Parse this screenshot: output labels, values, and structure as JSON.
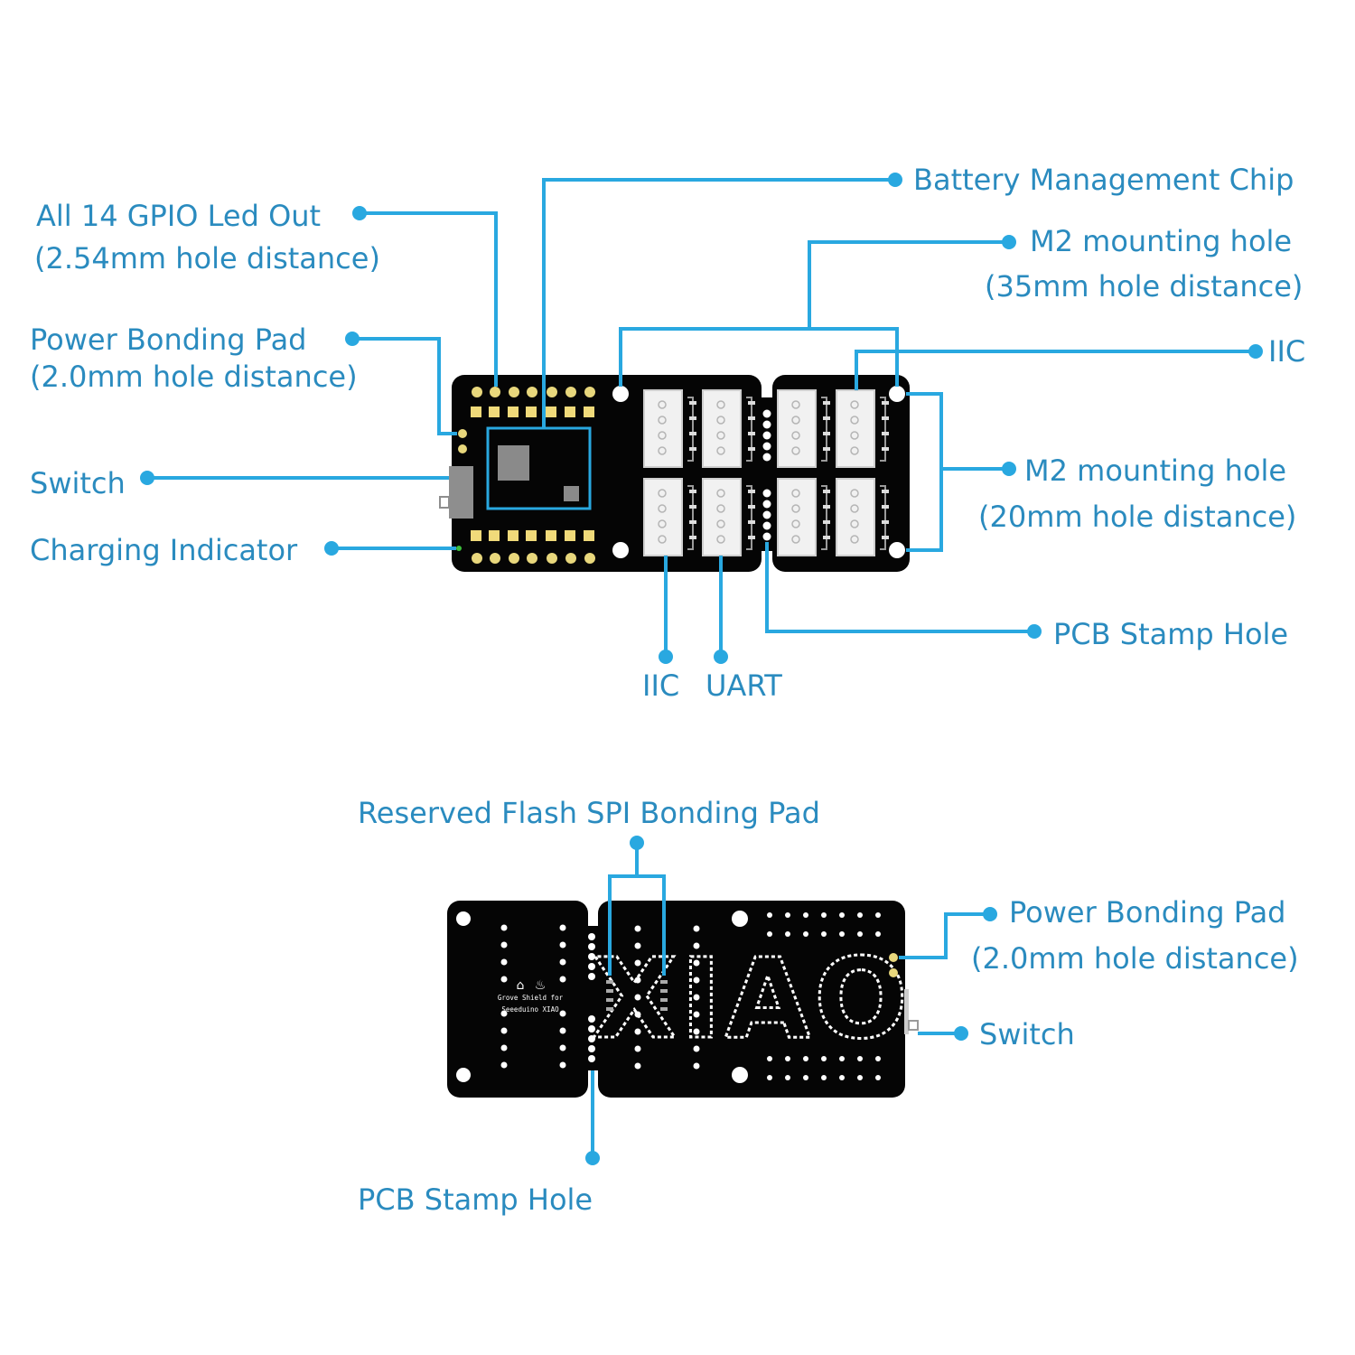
{
  "colors": {
    "label_text": "#2a8bbf",
    "leader_line": "#29a8e0",
    "board": "#050505",
    "gold_pad": "#e8d77c",
    "chip_outline": "#29a8e0",
    "chip": "#8a8a8a",
    "charging_led": "#3cbf3c"
  },
  "top_view": {
    "labels": {
      "gpio_line1": "All 14 GPIO Led Out",
      "gpio_line2": "(2.54mm hole distance)",
      "power_pad_line1": "Power Bonding Pad",
      "power_pad_line2": "(2.0mm hole distance)",
      "switch": "Switch",
      "charging": "Charging Indicator",
      "battery_chip": "Battery Management Chip",
      "m2_35_line1": "M2 mounting hole",
      "m2_35_line2": "(35mm hole distance)",
      "iic_right": "IIC",
      "m2_20_line1": "M2 mounting hole",
      "m2_20_line2": "(20mm hole distance)",
      "pcb_stamp": "PCB Stamp Hole",
      "iic_bottom": "IIC",
      "uart_bottom": "UART"
    }
  },
  "bottom_view": {
    "labels": {
      "flash_spi": "Reserved Flash SPI Bonding Pad",
      "power_pad_line1": "Power Bonding Pad",
      "power_pad_line2": "(2.0mm hole distance)",
      "switch": "Switch",
      "pcb_stamp": "PCB Stamp Hole"
    },
    "silkscreen": {
      "logo_text": "XIAO",
      "caption_line1": "Grove Shield for",
      "caption_line2": "Seeeduino XIAO"
    }
  }
}
